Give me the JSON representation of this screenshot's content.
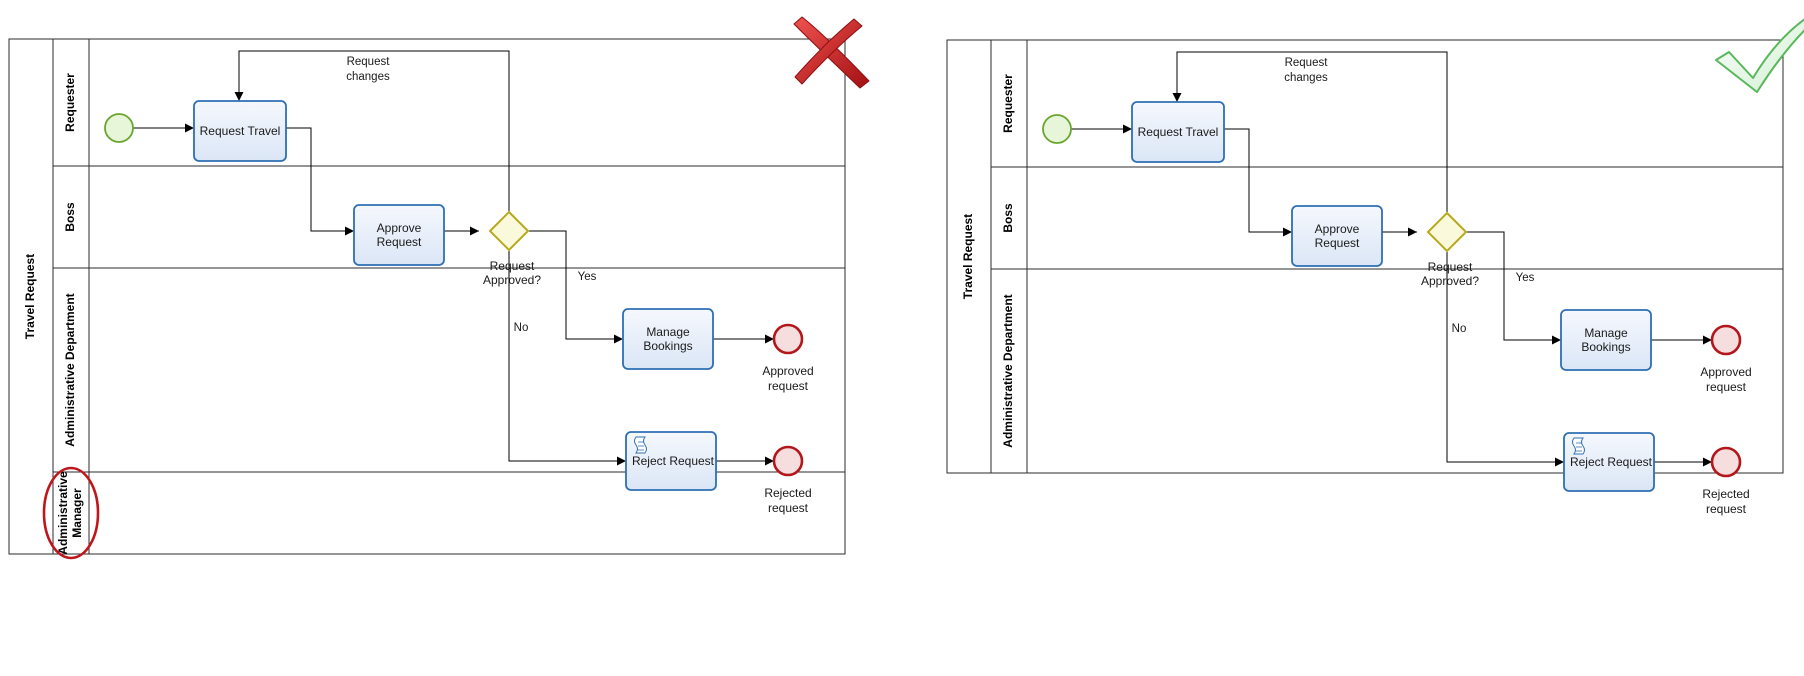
{
  "diagrams": [
    {
      "pool_label": "Travel Request",
      "status_icon": "red-cross-icon",
      "lanes": [
        {
          "label": "Requester"
        },
        {
          "label": "Boss"
        },
        {
          "label": "Administrative Department"
        },
        {
          "label": [
            "Administrative",
            "Manager"
          ]
        }
      ],
      "events": {
        "start": {
          "label": ""
        },
        "end_approved": {
          "label": [
            "Approved",
            "request"
          ]
        },
        "end_rejected": {
          "label": [
            "Rejected",
            "request"
          ]
        }
      },
      "tasks": {
        "request_travel": {
          "label": [
            "Request Travel"
          ]
        },
        "approve_request": {
          "label": [
            "Approve",
            "Request"
          ]
        },
        "manage_bookings": {
          "label": [
            "Manage",
            "Bookings"
          ]
        },
        "reject_request": {
          "label": [
            "Reject Request"
          ]
        }
      },
      "gateway": {
        "label": [
          "Request",
          "Approved?"
        ]
      },
      "flows": {
        "request_changes": [
          "Request",
          "changes"
        ],
        "yes": "Yes",
        "no": "No"
      }
    },
    {
      "pool_label": "Travel Request",
      "status_icon": "green-check-icon",
      "lanes": [
        {
          "label": "Requester"
        },
        {
          "label": "Boss"
        },
        {
          "label": "Administrative Department"
        }
      ],
      "events": {
        "start": {
          "label": ""
        },
        "end_approved": {
          "label": [
            "Approved",
            "request"
          ]
        },
        "end_rejected": {
          "label": [
            "Rejected",
            "request"
          ]
        }
      },
      "tasks": {
        "request_travel": {
          "label": [
            "Request Travel"
          ]
        },
        "approve_request": {
          "label": [
            "Approve",
            "Request"
          ]
        },
        "manage_bookings": {
          "label": [
            "Manage",
            "Bookings"
          ]
        },
        "reject_request": {
          "label": [
            "Reject Request"
          ]
        }
      },
      "gateway": {
        "label": [
          "Request",
          "Approved?"
        ]
      },
      "flows": {
        "request_changes": [
          "Request",
          "changes"
        ],
        "yes": "Yes",
        "no": "No"
      }
    }
  ],
  "colors": {
    "task_fill": "#e8f0fb",
    "task_stroke": "#2e6fb4",
    "start_fill": "#e7f5d8",
    "start_stroke": "#6aa62f",
    "end_fill": "#f7dede",
    "end_stroke": "#b3171c",
    "gateway_fill": "#fbf9dc",
    "gateway_stroke": "#b7a91e",
    "wrong_mark": "#c62828",
    "right_mark": "#58b85a"
  }
}
